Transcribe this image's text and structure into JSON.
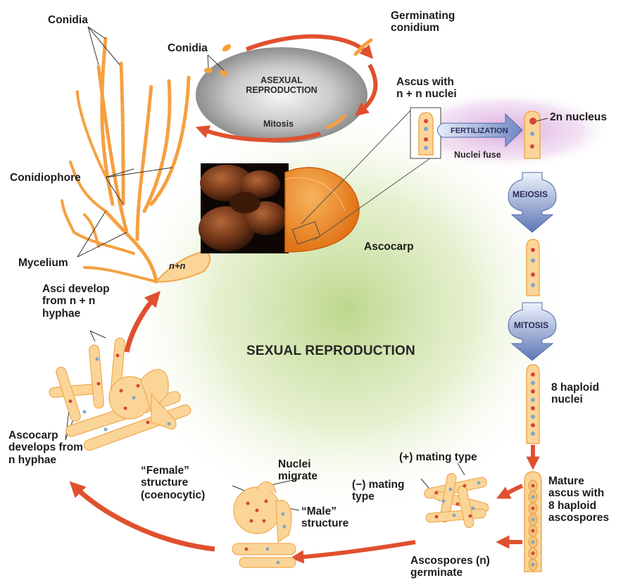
{
  "labels": {
    "conidia_top": "Conidia",
    "conidia_mid": "Conidia",
    "germinating_1": "Germinating",
    "germinating_2": "conidium",
    "asexual_1": "ASEXUAL",
    "asexual_2": "REPRODUCTION",
    "mitosis_small": "Mitosis",
    "ascus_with_1": "Ascus with",
    "ascus_with_2": "n + n nuclei",
    "fertilization": "FERTILIZATION",
    "two_n_nucleus": "2n nucleus",
    "nuclei_fuse": "Nuclei fuse",
    "conidiophore": "Conidiophore",
    "meiosis": "MEIOSIS",
    "ascocarp": "Ascocarp",
    "mycelium": "Mycelium",
    "n_plus_n": "n+n",
    "asci_1": "Asci develop",
    "asci_2": "from n + n",
    "asci_3": "hyphae",
    "mitosis_big": "MITOSIS",
    "sexual": "SEXUAL REPRODUCTION",
    "haploid_1": "8 haploid",
    "haploid_2": "nuclei",
    "ascocarp_dev_1": "Ascocarp",
    "ascocarp_dev_2": "develops from",
    "ascocarp_dev_3": "n hyphae",
    "plus_mating": "(+) mating type",
    "female_1": "“Female”",
    "female_2": "structure",
    "female_3": "(coenocytic)",
    "nuclei_migrate_1": "Nuclei",
    "nuclei_migrate_2": "migrate",
    "minus_mating_1": "(−) mating",
    "minus_mating_2": "type",
    "male_1": "“Male”",
    "male_2": "structure",
    "mature_1": "Mature",
    "mature_2": "ascus with",
    "mature_3": "8 haploid",
    "mature_4": "ascospores",
    "ascospores_1": "Ascospores (n)",
    "ascospores_2": "germinate"
  },
  "colors": {
    "hypha": "#f5a040",
    "hypha_light": "#fbd598",
    "arrow_red": "#e0502e",
    "arrow_blue": "#6a86c4",
    "nucleus_red": "#d8453a",
    "nucleus_blue": "#7fa8c8",
    "ascocarp": "#f08a28",
    "glow_green": "#c7dc9a",
    "glow_purple": "#c07ac6"
  },
  "icons": [
    "conidia-icon",
    "mycelium-icon",
    "ascus-icon",
    "ascocarp-icon",
    "mushroom-photo-icon",
    "hyphae-icon"
  ]
}
